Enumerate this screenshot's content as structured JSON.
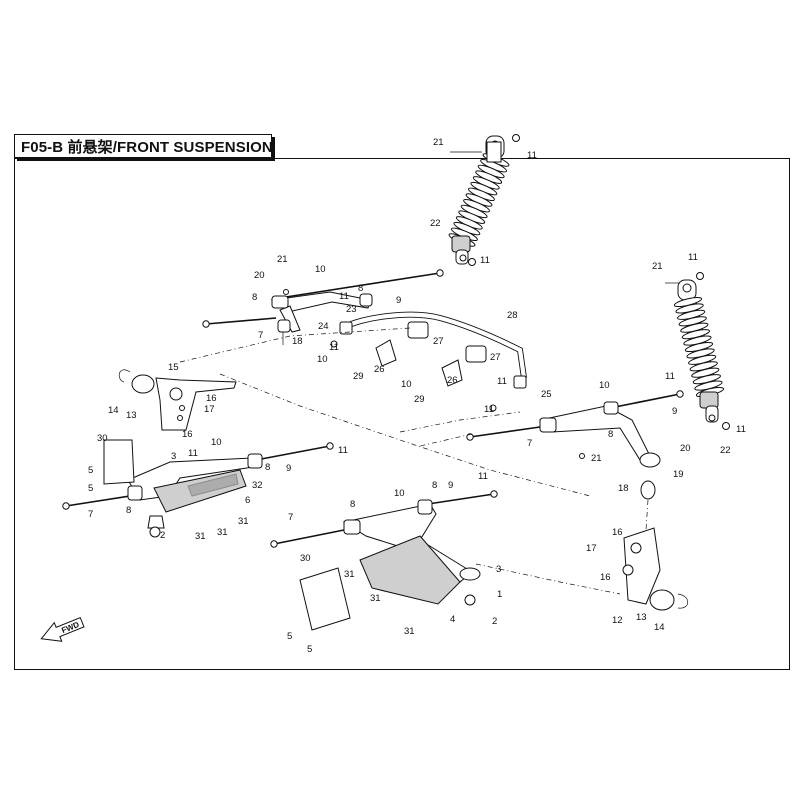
{
  "diagram": {
    "title": "F05-B 前悬架/FRONT SUSPENSION",
    "direction_label": "FWD",
    "callouts": [
      {
        "n": "21"
      },
      {
        "n": "11"
      },
      {
        "n": "22"
      },
      {
        "n": "11"
      },
      {
        "n": "21"
      },
      {
        "n": "10"
      },
      {
        "n": "20"
      },
      {
        "n": "8"
      },
      {
        "n": "11"
      },
      {
        "n": "23"
      },
      {
        "n": "9"
      },
      {
        "n": "8"
      },
      {
        "n": "7"
      },
      {
        "n": "18"
      },
      {
        "n": "24"
      },
      {
        "n": "11"
      },
      {
        "n": "10"
      },
      {
        "n": "29"
      },
      {
        "n": "26"
      },
      {
        "n": "28"
      },
      {
        "n": "27"
      },
      {
        "n": "27"
      },
      {
        "n": "11"
      },
      {
        "n": "10"
      },
      {
        "n": "29"
      },
      {
        "n": "26"
      },
      {
        "n": "25"
      },
      {
        "n": "11"
      },
      {
        "n": "21"
      },
      {
        "n": "11"
      },
      {
        "n": "11"
      },
      {
        "n": "10"
      },
      {
        "n": "9"
      },
      {
        "n": "8"
      },
      {
        "n": "7"
      },
      {
        "n": "21"
      },
      {
        "n": "20"
      },
      {
        "n": "19"
      },
      {
        "n": "22"
      },
      {
        "n": "11"
      },
      {
        "n": "15"
      },
      {
        "n": "14"
      },
      {
        "n": "13"
      },
      {
        "n": "16"
      },
      {
        "n": "17"
      },
      {
        "n": "16"
      },
      {
        "n": "30"
      },
      {
        "n": "3"
      },
      {
        "n": "10"
      },
      {
        "n": "11"
      },
      {
        "n": "11"
      },
      {
        "n": "9"
      },
      {
        "n": "8"
      },
      {
        "n": "32"
      },
      {
        "n": "5"
      },
      {
        "n": "5"
      },
      {
        "n": "6"
      },
      {
        "n": "8"
      },
      {
        "n": "7"
      },
      {
        "n": "2"
      },
      {
        "n": "31"
      },
      {
        "n": "31"
      },
      {
        "n": "31"
      },
      {
        "n": "10"
      },
      {
        "n": "8"
      },
      {
        "n": "9"
      },
      {
        "n": "11"
      },
      {
        "n": "8"
      },
      {
        "n": "7"
      },
      {
        "n": "30"
      },
      {
        "n": "31"
      },
      {
        "n": "31"
      },
      {
        "n": "3"
      },
      {
        "n": "1"
      },
      {
        "n": "2"
      },
      {
        "n": "4"
      },
      {
        "n": "31"
      },
      {
        "n": "5"
      },
      {
        "n": "5"
      },
      {
        "n": "18"
      },
      {
        "n": "16"
      },
      {
        "n": "17"
      },
      {
        "n": "16"
      },
      {
        "n": "12"
      },
      {
        "n": "13"
      },
      {
        "n": "14"
      }
    ]
  }
}
